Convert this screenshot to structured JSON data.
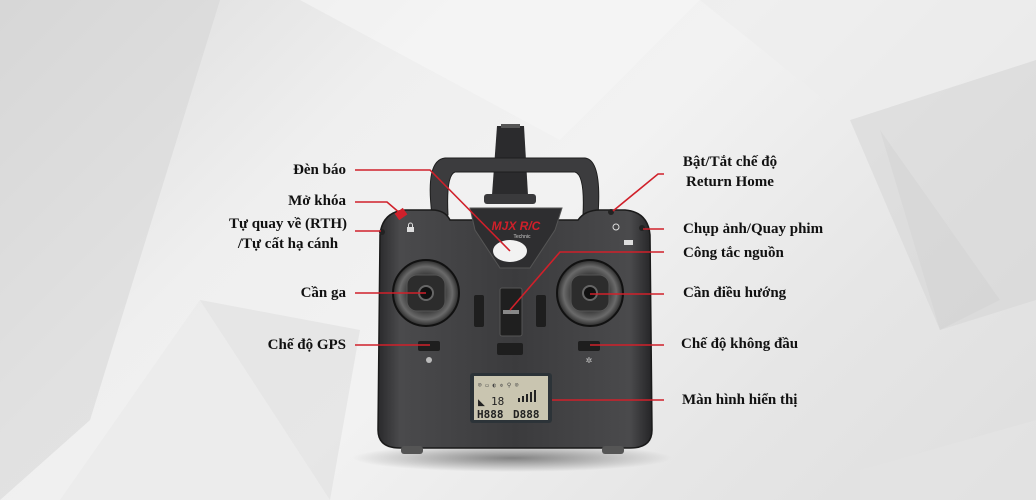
{
  "diagram": {
    "title": "MJX R/C transmitter controls",
    "brand_logo": "MJX R/C",
    "brand_sub": "Technic",
    "accent_color": "#d0202a",
    "body_color": "#3a3a3c",
    "lcd_color": "#c9c5b0",
    "lcd": {
      "top_left": "18",
      "bottom_left": "H888",
      "bottom_right": "D888"
    },
    "labels_left": [
      {
        "id": "indicator-light",
        "text": "Đèn báo"
      },
      {
        "id": "unlock",
        "text": "Mở khóa"
      },
      {
        "id": "rth-line1",
        "text": "Tự quay về (RTH)"
      },
      {
        "id": "rth-line2",
        "text": "/Tự cất hạ cánh"
      },
      {
        "id": "throttle-stick",
        "text": "Cần ga"
      },
      {
        "id": "gps-mode",
        "text": "Chế độ GPS"
      }
    ],
    "labels_right": [
      {
        "id": "return-home-line1",
        "text": "Bật/Tắt chế độ"
      },
      {
        "id": "return-home-line2",
        "text": "Return Home"
      },
      {
        "id": "photo-video",
        "text": "Chụp ảnh/Quay phim"
      },
      {
        "id": "power-switch",
        "text": "Công tắc nguồn"
      },
      {
        "id": "direction-stick",
        "text": "Cần điều hướng"
      },
      {
        "id": "headless-mode",
        "text": "Chế độ không đầu"
      },
      {
        "id": "display-screen",
        "text": "Màn hình hiển thị"
      }
    ]
  }
}
